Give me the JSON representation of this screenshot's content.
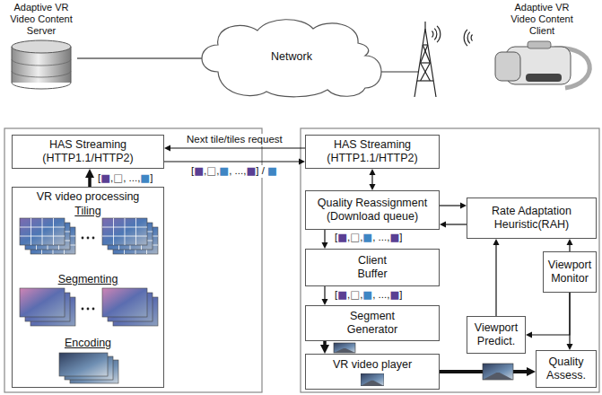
{
  "diagram": {
    "nodes": [
      {
        "text": [
          "Adaptive VR Video Content Server"
        ]
      },
      {
        "text": [
          "Network"
        ]
      },
      {
        "text": [
          "Adaptive VR Video Content Client"
        ]
      },
      {
        "text": [
          "HAS Streaming (HTTP1.1/HTTP2)"
        ]
      },
      {
        "text": [
          "VR video processing",
          "Tiling",
          "Segmenting",
          "Encoding"
        ]
      },
      {
        "text": [
          "HAS Streaming (HTTP1.1/HTTP2)"
        ]
      },
      {
        "text": [
          "Quality Reassignment (Download queue)"
        ]
      },
      {
        "text": [
          "Rate Adaptation Heuristic(RAH)"
        ]
      },
      {
        "text": [
          "Client Buffer"
        ]
      },
      {
        "text": [
          "Viewport Monitor"
        ]
      },
      {
        "text": [
          "Segment Generator"
        ]
      },
      {
        "text": [
          "Viewport Predict."
        ]
      },
      {
        "text": [
          "VR video player"
        ]
      },
      {
        "text": [
          "Quality Assess."
        ]
      }
    ],
    "edges": [
      {
        "from": 0,
        "to": 1,
        "arrow": "none"
      },
      {
        "from": 5,
        "to": 3,
        "arrow": "to",
        "label": "Next tile/tiles request"
      },
      {
        "from": 3,
        "to": 5,
        "arrow": "to",
        "label": "[■,□,■, ...,■] / ■"
      },
      {
        "from": 4,
        "to": 3,
        "arrow": "to",
        "label": "[■,□, ...,■]"
      },
      {
        "from": 5,
        "to": 6,
        "arrow": "both"
      },
      {
        "from": 6,
        "to": 8,
        "arrow": "to",
        "label": "[■,□,■, ...,■]"
      },
      {
        "from": 8,
        "to": 10,
        "arrow": "to",
        "label": "[■,□,■, ...,■]"
      },
      {
        "from": 10,
        "to": 12,
        "arrow": "to"
      },
      {
        "from": 12,
        "to": 13,
        "arrow": "to"
      },
      {
        "from": 6,
        "to": 7,
        "arrow": "to"
      },
      {
        "from": 7,
        "to": 6,
        "arrow": "to"
      },
      {
        "from": 9,
        "to": 7,
        "arrow": "to"
      },
      {
        "from": 11,
        "to": 7,
        "arrow": "to"
      },
      {
        "from": 9,
        "to": 11,
        "arrow": "to"
      },
      {
        "from": 9,
        "to": 13,
        "arrow": "to"
      }
    ]
  }
}
